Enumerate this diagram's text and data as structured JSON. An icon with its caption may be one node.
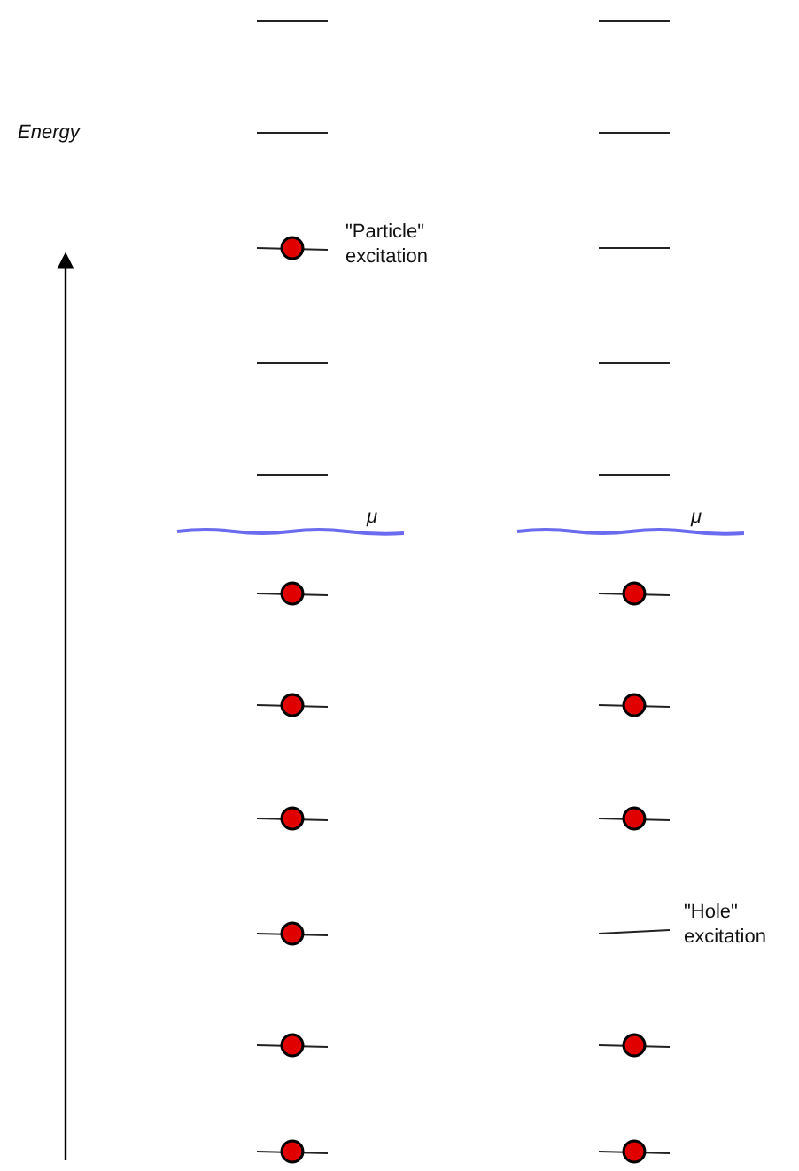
{
  "diagram": {
    "labels": [
      "Energy",
      "\"Particle\" excitation",
      "μ",
      "μ",
      "\"Hole\" excitation"
    ]
  }
}
